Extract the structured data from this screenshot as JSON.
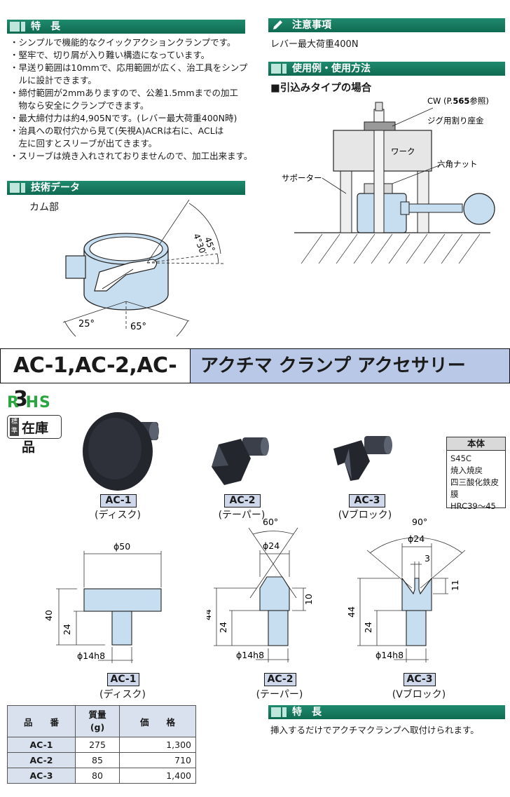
{
  "features": {
    "heading": "特　長",
    "items": [
      [
        "・シンプルで機能的なクイックアクションクランプです。"
      ],
      [
        "・堅牢で、切り屑が入り難い構造になっています。"
      ],
      [
        "・早送り範囲は10mmで、応用範囲が広く、治工具をシンプ",
        "　ルに設計できます。"
      ],
      [
        "・締付範囲が2mmありますので、公差1.5mmまでの加工",
        "　物なら安全にクランプできます。"
      ],
      [
        "・最大締付力は約4,905Nです。(レバー最大荷重400N時)"
      ],
      [
        "・治具への取付穴から見て(矢視A)ACRは右に、ACLは",
        "　左に回すとスリーブが出てきます。"
      ],
      [
        "・スリーブは焼き入れされておりませんので、加工出来ます。"
      ]
    ]
  },
  "tech": {
    "heading": "技術データ",
    "cam_label": "カム部",
    "angles": [
      "45°",
      "4°30′",
      "25°",
      "65°"
    ]
  },
  "caution": {
    "heading": "注意事項",
    "text": "レバー最大荷重400N"
  },
  "usage": {
    "heading": "使用例・使用方法",
    "subheading": "■引込みタイプの場合",
    "labels": {
      "cw_prefix": "CW (P.",
      "cw_page": "565",
      "cw_suffix": "参照)",
      "washer": "ジグ用割り座金",
      "work": "ワーク",
      "nut": "六角ナット",
      "supporter": "サポーター"
    }
  },
  "banner": {
    "models": "AC-1,AC-2,AC-3",
    "title": "アクチマ クランプ アクセサリー"
  },
  "badges": {
    "rohs": "R HS",
    "stock_small_1": "標",
    "stock_small_2": "準",
    "stock": "在庫品"
  },
  "body_spec": {
    "title": "本体",
    "lines": [
      "S45C",
      "焼入焼戻",
      "四三酸化鉄皮膜",
      "HRC39～45"
    ]
  },
  "parts": [
    {
      "code": "AC-1",
      "desc": "(ディスク)"
    },
    {
      "code": "AC-2",
      "desc": "(テーパー)"
    },
    {
      "code": "AC-3",
      "desc": "(Vブロック)"
    }
  ],
  "dims": {
    "ac1": {
      "dia": "ϕ50",
      "h": "40",
      "shank_h": "24",
      "shank": "ϕ14h8"
    },
    "ac2": {
      "angle": "60°",
      "dia": "ϕ24",
      "h": "44",
      "shank_h": "24",
      "tip": "10",
      "shank": "ϕ14h8"
    },
    "ac3": {
      "angle": "90°",
      "dia": "ϕ24",
      "slot": "3",
      "depth": "11",
      "h": "44",
      "shank_h": "24",
      "shank": "ϕ14h8"
    }
  },
  "table": {
    "headers": [
      "品　　番",
      "質量\n(g)",
      "価　　格"
    ],
    "header_1": "品　　番",
    "header_2a": "質量",
    "header_2b": "(g)",
    "header_3": "価　　格",
    "rows": [
      {
        "code": "AC-1",
        "mass": "275",
        "price": "1,300"
      },
      {
        "code": "AC-2",
        "mass": "85",
        "price": "710"
      },
      {
        "code": "AC-3",
        "mass": "80",
        "price": "1,400"
      }
    ]
  },
  "features2": {
    "heading": "特　長",
    "text": "挿入するだけでアクチマクランプへ取付けられます。"
  }
}
